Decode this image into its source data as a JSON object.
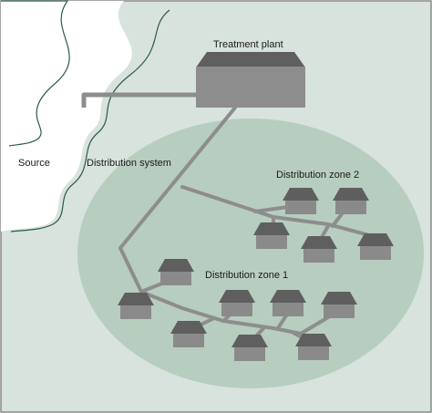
{
  "labels": {
    "treatment_plant": "Treatment plant",
    "source": "Source",
    "distribution_system": "Distribution system",
    "zone_1": "Distribution zone 1",
    "zone_2": "Distribution zone 2"
  },
  "colors": {
    "background": "#d7e3dc",
    "frame": "#8a8a8a",
    "river_outline": "#2e5a45",
    "river_fill": "#ffffff",
    "zone_ellipse": "#b7cdbf",
    "plant": "#8d8d8d",
    "plant_dark": "#5f5f5f",
    "pipe": "#8d8d8d",
    "house": "#8a8a8a",
    "house_dark": "#5f5f5f"
  }
}
